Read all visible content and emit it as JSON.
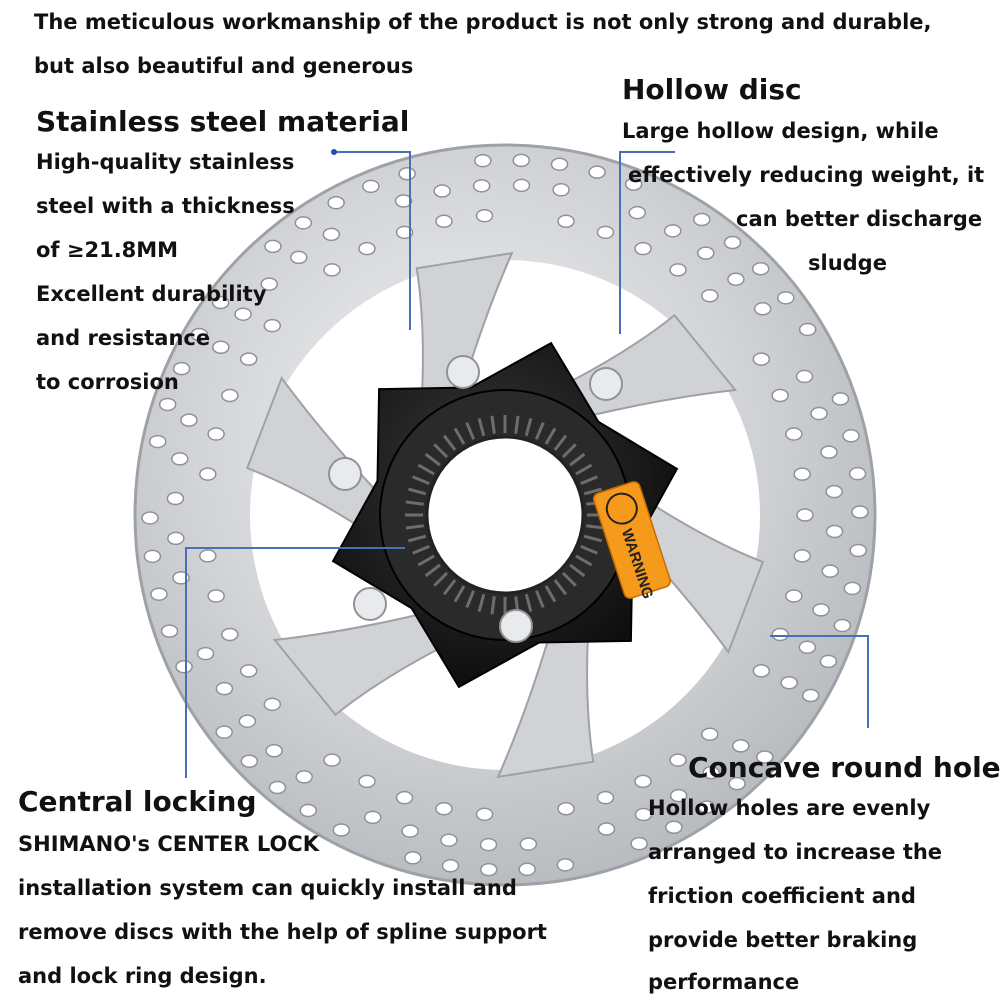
{
  "intro": {
    "line1": "The meticulous workmanship of the product is not only strong and durable,",
    "line2": "but also beautiful and generous"
  },
  "features": {
    "stainless": {
      "title": "Stainless steel material",
      "lines": [
        "High-quality stainless",
        "steel with a thickness",
        "of ≥21.8MM",
        "Excellent durability",
        "and resistance",
        "to corrosion"
      ]
    },
    "hollow_disc": {
      "title": "Hollow disc",
      "lines": [
        "Large hollow design, while",
        "effectively reducing weight, it",
        "can better discharge",
        "sludge"
      ]
    },
    "central_locking": {
      "title": "Central locking",
      "lines": [
        "SHIMANO's CENTER LOCK",
        "installation system can quickly install and",
        "remove discs with the help of spline support",
        "and lock ring design."
      ]
    },
    "concave_hole": {
      "title": "Concave round hole",
      "lines": [
        "Hollow holes are evenly",
        "arranged to increase the",
        "friction coefficient and",
        "provide better braking",
        "performance"
      ]
    }
  },
  "warning_label": "WARNING",
  "colors": {
    "text": "#111111",
    "callout_line": "#4a6fb8",
    "callout_dot": "#1f4fb4",
    "rotor_steel": "#cfd1d4",
    "hub_black": "#1b1b1b",
    "warning_orange": "#f59a1b"
  }
}
